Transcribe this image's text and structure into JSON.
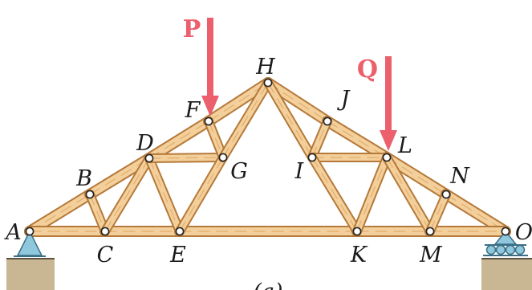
{
  "colors": {
    "wood_dark": "#b57a3a",
    "wood_light": "#f3cf9b",
    "load": "#ec5f6c",
    "support": "#8fc7dc",
    "ground": "#c9b693",
    "pin": "#ffffff"
  },
  "nodes": [
    {
      "id": "A",
      "label": "A"
    },
    {
      "id": "B",
      "label": "B"
    },
    {
      "id": "C",
      "label": "C"
    },
    {
      "id": "D",
      "label": "D"
    },
    {
      "id": "E",
      "label": "E"
    },
    {
      "id": "F",
      "label": "F"
    },
    {
      "id": "G",
      "label": "G"
    },
    {
      "id": "H",
      "label": "H"
    },
    {
      "id": "I",
      "label": "I"
    },
    {
      "id": "J",
      "label": "J"
    },
    {
      "id": "K",
      "label": "K"
    },
    {
      "id": "L",
      "label": "L"
    },
    {
      "id": "M",
      "label": "M"
    },
    {
      "id": "N",
      "label": "N"
    },
    {
      "id": "O",
      "label": "O"
    }
  ],
  "members": [
    [
      "A",
      "B"
    ],
    [
      "B",
      "D"
    ],
    [
      "D",
      "F"
    ],
    [
      "F",
      "H"
    ],
    [
      "H",
      "J"
    ],
    [
      "J",
      "L"
    ],
    [
      "L",
      "N"
    ],
    [
      "N",
      "O"
    ],
    [
      "A",
      "C"
    ],
    [
      "C",
      "E"
    ],
    [
      "E",
      "K"
    ],
    [
      "K",
      "M"
    ],
    [
      "M",
      "O"
    ],
    [
      "B",
      "C"
    ],
    [
      "C",
      "D"
    ],
    [
      "D",
      "E"
    ],
    [
      "D",
      "G"
    ],
    [
      "E",
      "G"
    ],
    [
      "F",
      "G"
    ],
    [
      "G",
      "H"
    ],
    [
      "H",
      "I"
    ],
    [
      "I",
      "J"
    ],
    [
      "I",
      "L"
    ],
    [
      "I",
      "K"
    ],
    [
      "K",
      "L"
    ],
    [
      "L",
      "M"
    ],
    [
      "M",
      "N"
    ]
  ],
  "loads": [
    {
      "id": "P",
      "label": "P",
      "node": "F"
    },
    {
      "id": "Q",
      "label": "Q",
      "node": "L"
    }
  ],
  "supports": [
    {
      "node": "A",
      "type": "pin"
    },
    {
      "node": "O",
      "type": "roller"
    }
  ],
  "caption": "(a)"
}
